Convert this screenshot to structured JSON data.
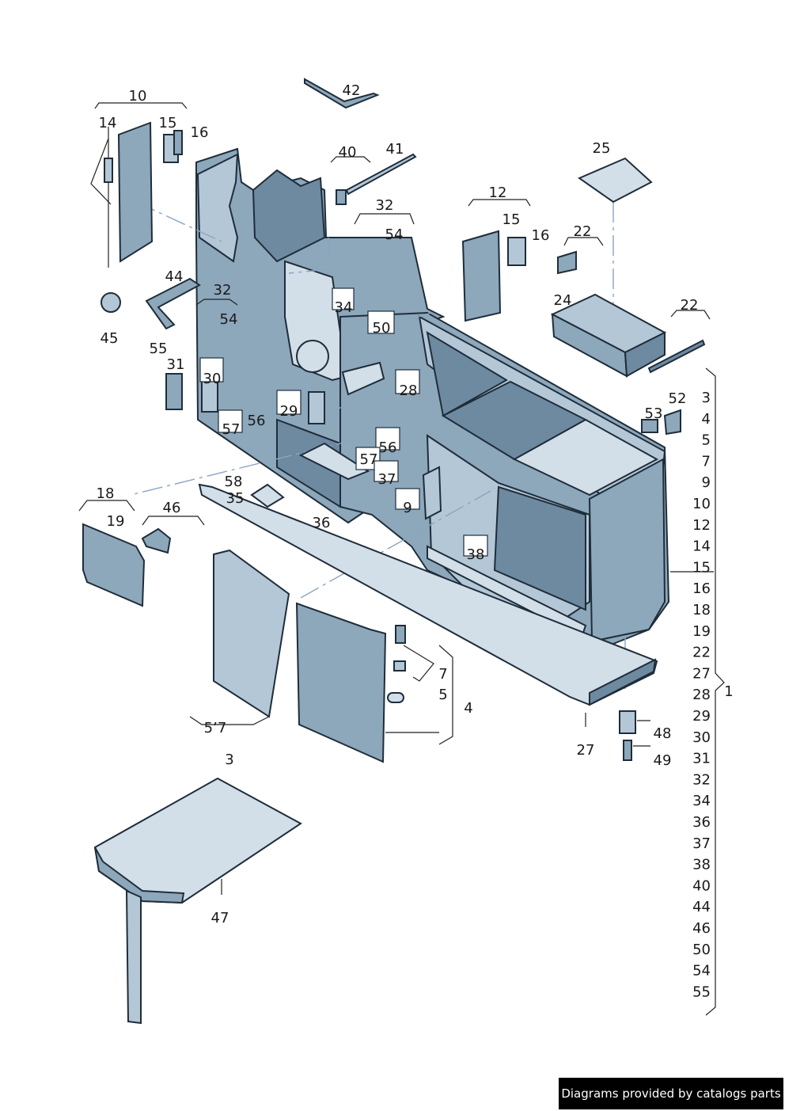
{
  "footer": {
    "text": "Diagrams provided by catalogs parts"
  },
  "labels": {
    "l42": "42",
    "l10": "10",
    "l14": "14",
    "l15a": "15",
    "l16a": "16",
    "l40": "40",
    "l41": "41",
    "l32a": "32",
    "l54a": "54",
    "l12": "12",
    "l15b": "15",
    "l16b": "16",
    "l25": "25",
    "l22a": "22",
    "l44": "44",
    "l45": "45",
    "l32b": "32",
    "l54b": "54",
    "l34": "34",
    "l50": "50",
    "l24": "24",
    "l22b": "22",
    "l55": "55",
    "l31": "31",
    "l30": "30",
    "l28": "28",
    "l29": "29",
    "l56a": "56",
    "l57a": "57",
    "l56b": "56",
    "l57b": "57",
    "l37": "37",
    "l53": "53",
    "l52": "52",
    "l58": "58",
    "l35": "35",
    "l36": "36",
    "l9": "9",
    "l18": "18",
    "l46": "46",
    "l19": "19",
    "l38": "38",
    "l7": "7",
    "l5": "5",
    "l4": "4",
    "l57door": "5’7",
    "l3": "3",
    "l27": "27",
    "l48": "48",
    "l49": "49",
    "l47": "47",
    "l1": "1"
  },
  "right_list": [
    "3",
    "4",
    "5",
    "7",
    "9",
    "10",
    "12",
    "14",
    "15",
    "16",
    "18",
    "19",
    "22",
    "27",
    "28",
    "29",
    "30",
    "31",
    "32",
    "34",
    "36",
    "37",
    "38",
    "40",
    "44",
    "46",
    "50",
    "54",
    "55"
  ]
}
